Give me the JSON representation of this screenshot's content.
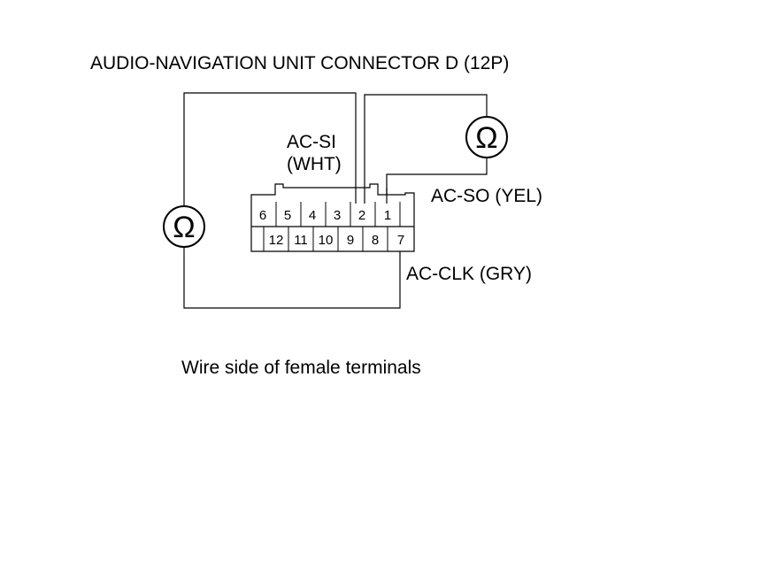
{
  "title": "AUDIO-NAVIGATION UNIT CONNECTOR D (12P)",
  "caption": "Wire side of female terminals",
  "labels": {
    "ac_si_line1": "AC-SI",
    "ac_si_line2": "(WHT)",
    "ac_so": "AC-SO (YEL)",
    "ac_clk": "AC-CLK (GRY)"
  },
  "ohmmeter_symbol": "Ω",
  "connector": {
    "top_row": [
      "6",
      "5",
      "4",
      "3",
      "2",
      "1"
    ],
    "bottom_row": [
      "12",
      "11",
      "10",
      "9",
      "8",
      "7"
    ]
  }
}
